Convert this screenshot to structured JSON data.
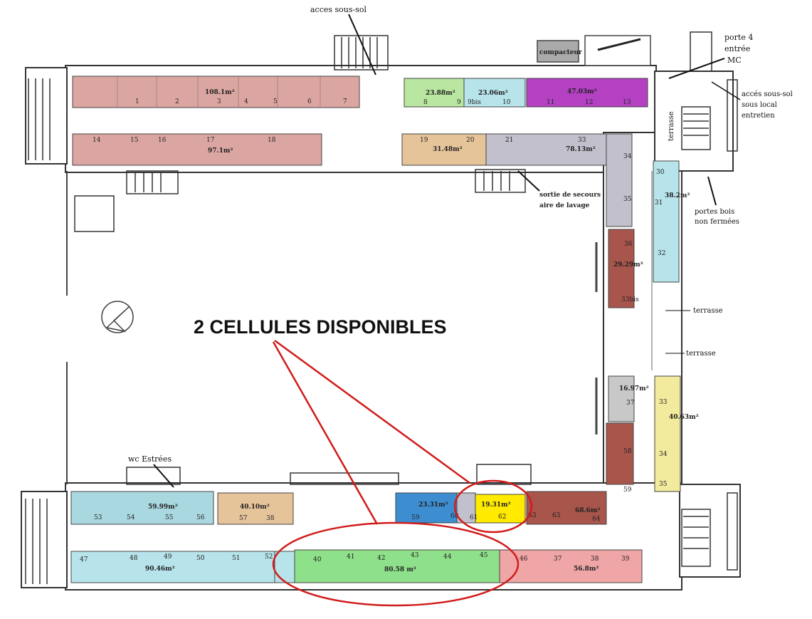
{
  "headline": "2 CELLULES DISPONIBLES",
  "annotations": {
    "acces_sous_sol": "acces sous-sol",
    "compacteur": "compacteur",
    "porte4_l1": "porte 4",
    "porte4_l2": "entrée",
    "porte4_l3": "MC",
    "acces_local_l1": "accés sous-sol",
    "acces_local_l2": "sous local",
    "acces_local_l3": "entretien",
    "terrasse_top": "terrasse",
    "sortie_l1": "sortie de secours",
    "sortie_l2": "aire de lavage",
    "portes_bois_l1": "portes bois",
    "portes_bois_l2": "non fermées",
    "terrasse_1": "terrasse",
    "terrasse_2": "terrasse",
    "wc": "wc Estrées"
  },
  "cells": {
    "c1": "1",
    "c2": "2",
    "c3": "3",
    "c4": "4",
    "c5": "5",
    "c6": "6",
    "c7": "7",
    "a_108": "108.1m²",
    "c8": "8",
    "c9": "9",
    "c9bis": "9bis",
    "c10": "10",
    "a_2388": "23.88m²",
    "a_2306": "23.06m²",
    "c11": "11",
    "c12": "12",
    "c13": "13",
    "a_4703": "47.03m²",
    "c14": "14",
    "c15": "15",
    "c16": "16",
    "c17": "17",
    "c18": "18",
    "a_971": "97.1m²",
    "c19": "19",
    "c20": "20",
    "a_3148": "31.48m²",
    "c21": "21",
    "c33x": "33",
    "a_7813": "78.13m²",
    "c34": "34",
    "c35": "35",
    "c30": "30",
    "c31": "31",
    "a_382": "38.2m²",
    "c32": "32",
    "c36": "36",
    "a_2929": "29.29m²",
    "c33bis": "33bis",
    "a_1697": "16.97m²",
    "c37": "37",
    "c33": "33",
    "a_4063": "40.63m²",
    "c34r": "34",
    "c35r": "35",
    "c58": "58",
    "c59": "59",
    "c53": "53",
    "c54": "54",
    "c55": "55",
    "c56": "56",
    "a_5999": "59.99m²",
    "c57": "57",
    "c38a": "38",
    "a_4010": "40.10m²",
    "a_2331": "23.31m²",
    "c60": "60",
    "c61": "61",
    "c62": "62",
    "a_1931": "19.31m²",
    "c63": "63",
    "c64": "64",
    "a_686": "68.6m²",
    "c47": "47",
    "c48": "48",
    "c49": "49",
    "c50": "50",
    "c51": "51",
    "c52": "52",
    "a_9046": "90.46m²",
    "c40": "40",
    "c41": "41",
    "c42": "42",
    "c43": "43",
    "c44": "44",
    "c45": "45",
    "a_8058": "80.58 m²",
    "c46": "46",
    "c37b": "37",
    "c38b": "38",
    "c39": "39",
    "a_568": "56.8m²"
  },
  "colors": {
    "pink": "#dba6a2",
    "green_light": "#b9e6a0",
    "cyan": "#b7e4ea",
    "magenta": "#b341c2",
    "tan": "#e5c49a",
    "grey": "#c2c0cc",
    "brown": "#a8554c",
    "yellow_pale": "#f2ea9c",
    "yellow": "#ffea00",
    "blue": "#3d8ed1",
    "teal": "#a9d8e0",
    "green_avail": "#8fe08a",
    "salmon": "#f0a6a6",
    "highlight_red": "#d11b1b"
  }
}
